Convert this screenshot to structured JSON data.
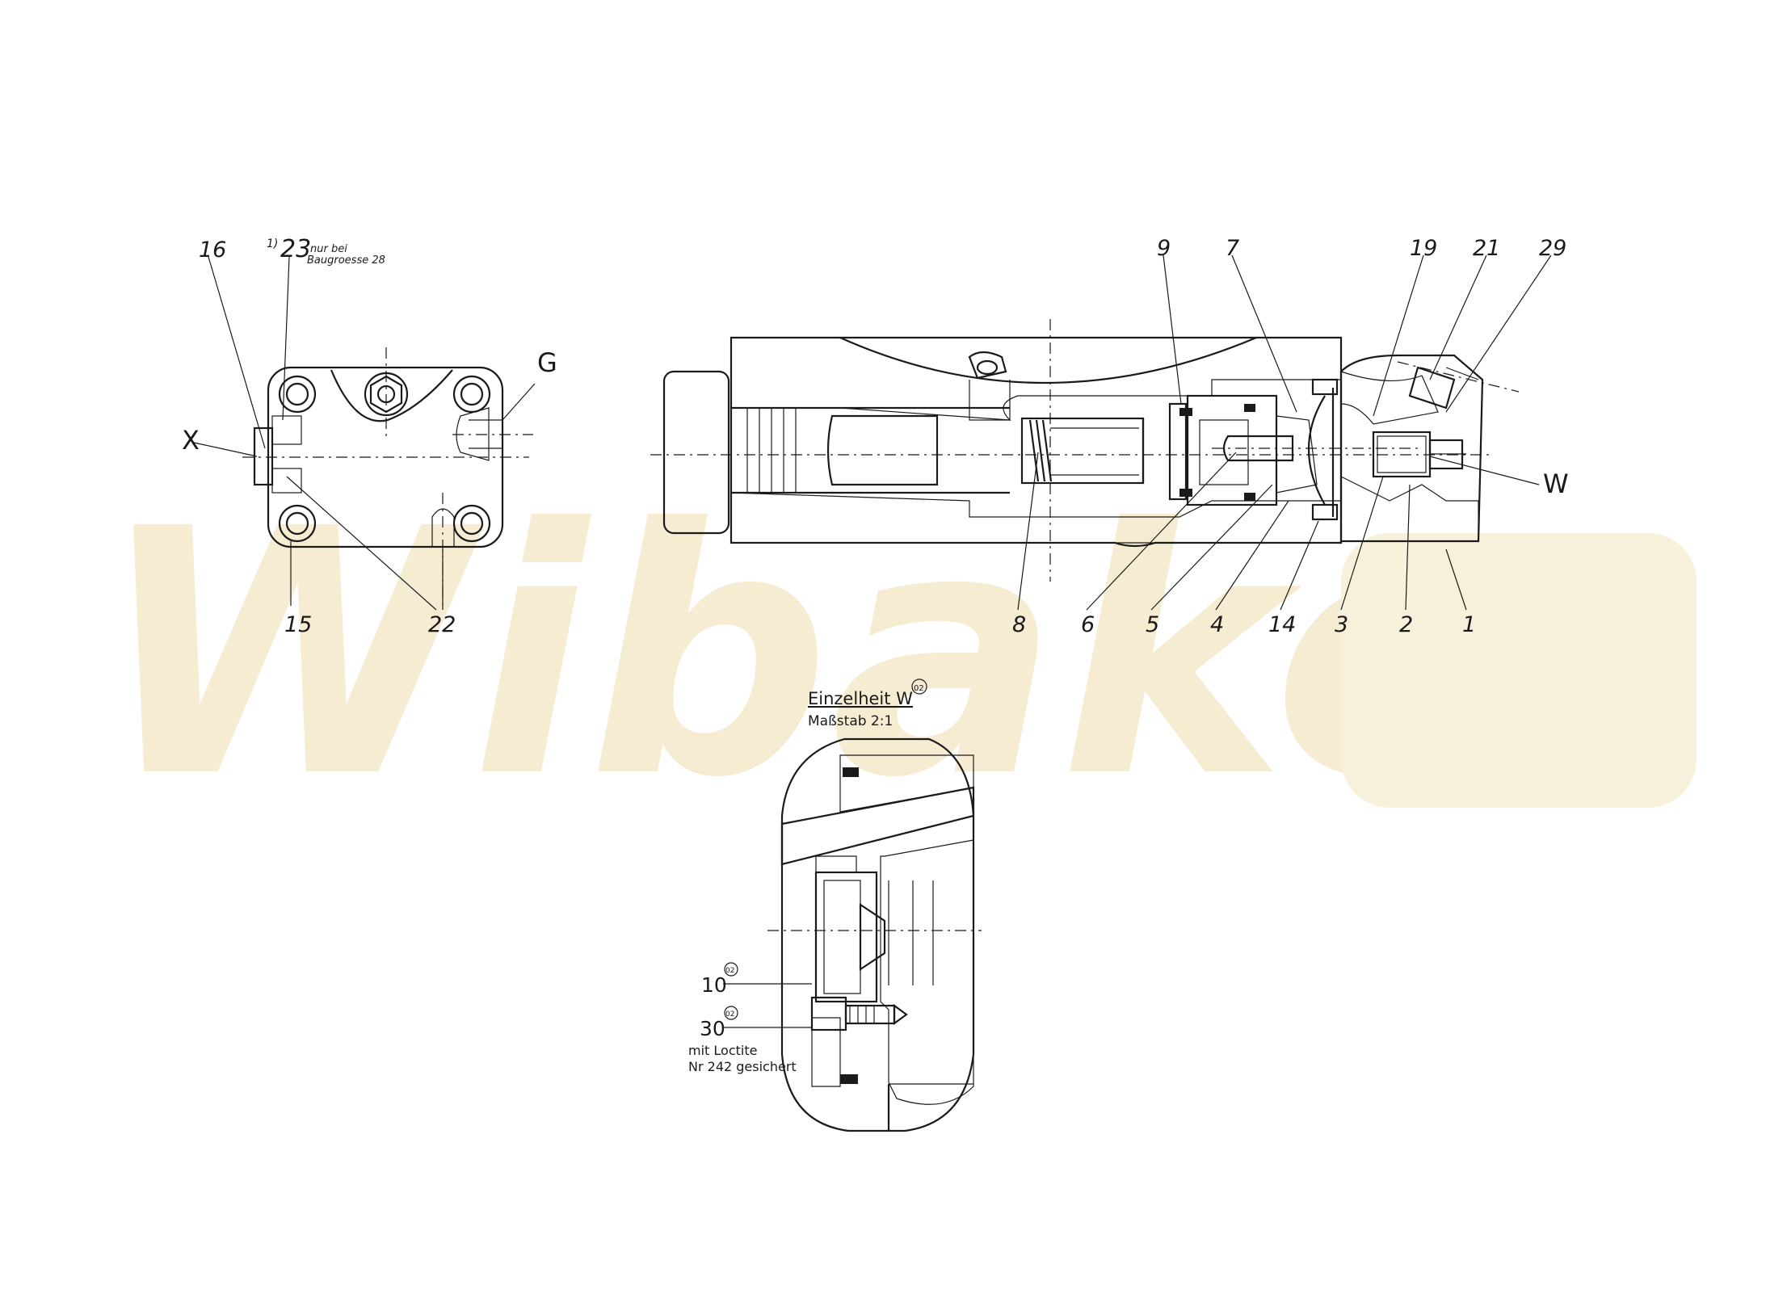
{
  "watermark": {
    "text": "Wibako",
    "color": "#f5ecd2"
  },
  "left_view": {
    "label_16": "16",
    "footnote_mark": "1)",
    "label_23": "23",
    "note_line1": "nur bei",
    "note_line2": "Baugroesse 28",
    "label_G": "G",
    "label_X": "X",
    "label_15": "15",
    "label_22": "22"
  },
  "main_view": {
    "labels_top": [
      "9",
      "7",
      "19",
      "21",
      "29"
    ],
    "label_W": "W",
    "labels_bottom": [
      "8",
      "6",
      "5",
      "4",
      "14",
      "3",
      "2",
      "1"
    ]
  },
  "detail_view": {
    "title": "Einzelheit W",
    "revision_mark": "02",
    "scale": "Maßstab 2:1",
    "label_10": "10",
    "label_30": "30",
    "note_line1": "mit Loctite",
    "note_line2": "Nr 242 gesichert"
  }
}
